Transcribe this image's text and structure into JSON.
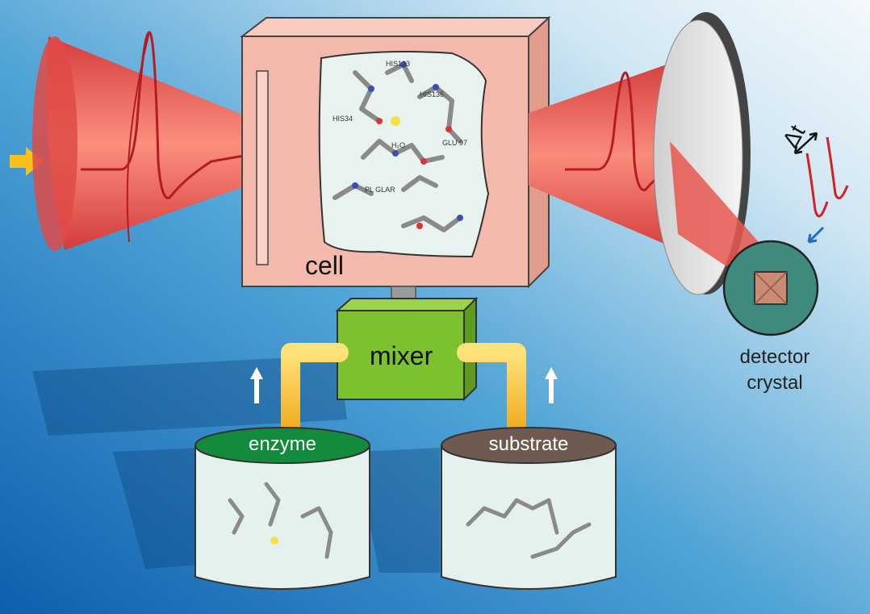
{
  "labels": {
    "cell": "cell",
    "mixer": "mixer",
    "enzyme": "enzyme",
    "substrate": "substrate",
    "detector_line1": "detector",
    "detector_line2": "crystal",
    "delta_t": "Δt"
  },
  "residue_labels": [
    "HIS133",
    "HIS34",
    "HIS136",
    "H₂O",
    "GLU 97",
    "PL GLAR"
  ],
  "colors": {
    "background_dark": "#1f6fb4",
    "background_light": "#eef6fb",
    "beam": "#e74b4b",
    "cell": "#f3b9ac",
    "mixer": "#7cc12e",
    "pipe": "#f5c33b",
    "enzyme_cap": "#138a3c",
    "substrate_cap": "#6e5a50",
    "detector": "#3f8a7e"
  },
  "icons": [
    "input-arrow-icon",
    "up-arrow-icon",
    "down-arrow-icon",
    "delta-t-double-arrow-icon"
  ]
}
